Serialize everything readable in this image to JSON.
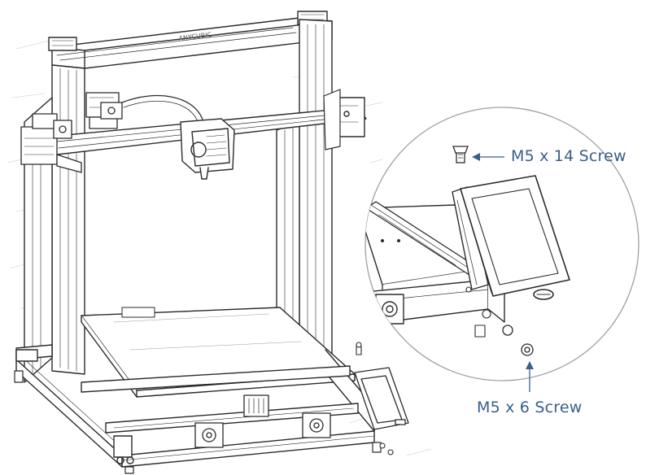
{
  "figure": {
    "brand_text": "ANYCUBIC",
    "callouts": {
      "top_screw": "M5 x 14 Screw",
      "bottom_screw": "M5 x 6 Screw"
    },
    "colors": {
      "callout": "#3a5f8a",
      "line": "#2b2b2b",
      "circle": "#9aa0a6"
    }
  }
}
